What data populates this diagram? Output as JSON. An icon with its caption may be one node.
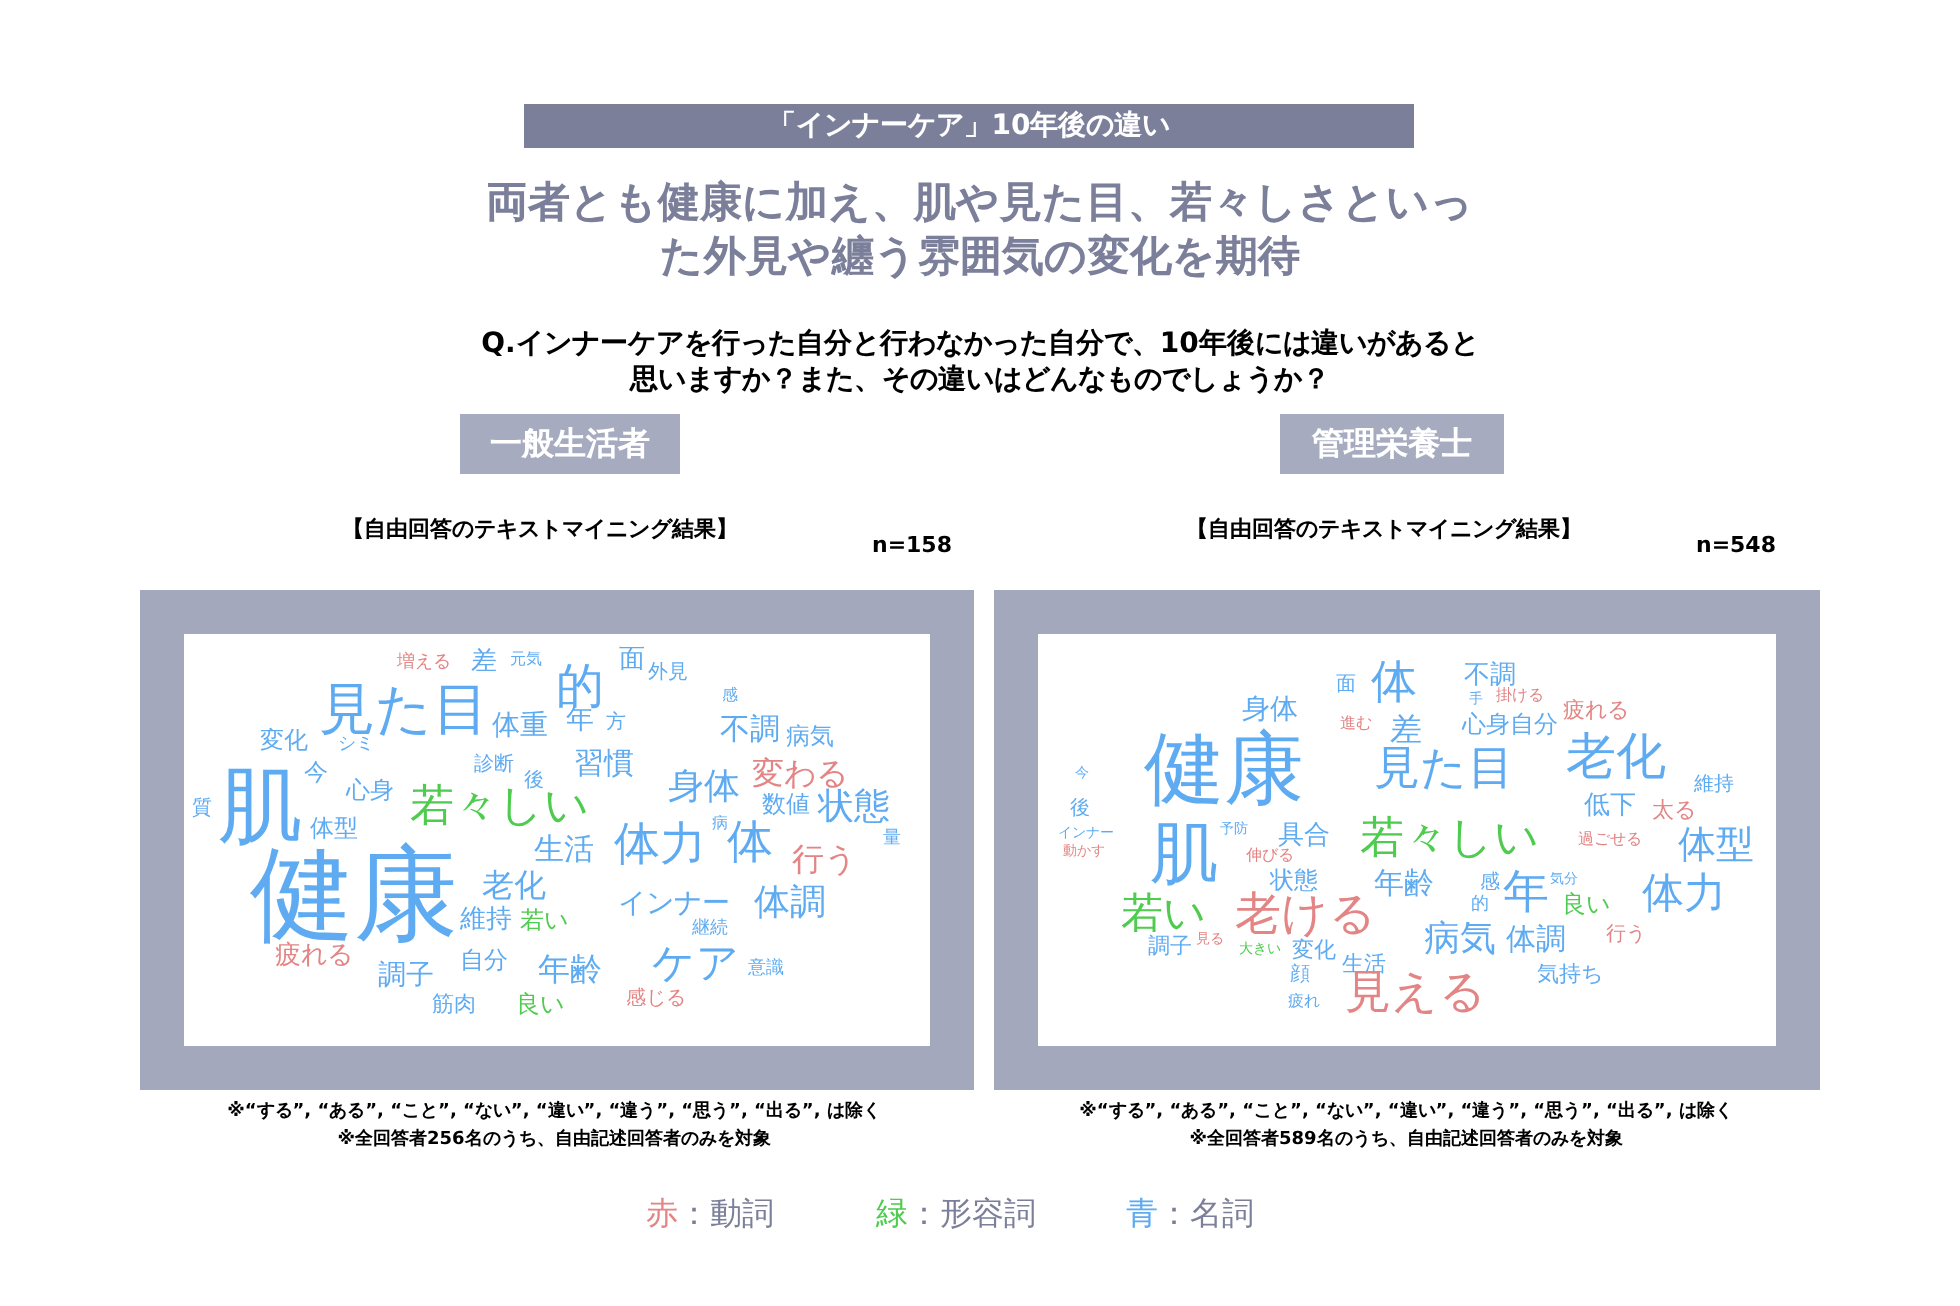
{
  "diagram": {
    "nodes": [
      {
        "text": [
          "「インナーケア」10年後の違い"
        ]
      },
      {
        "text": [
          "一般生活者"
        ]
      },
      {
        "text": [
          "管理栄養士"
        ]
      },
      {
        "text": [
          "増える",
          "差",
          "元気",
          "的",
          "面",
          "外見",
          "見た目",
          "感",
          "体重",
          "年",
          "方",
          "不調",
          "病気",
          "変化",
          "シミ",
          "今",
          "習慣",
          "診断",
          "後",
          "変わる",
          "心身",
          "身体",
          "肌",
          "若々しい",
          "数値",
          "状態",
          "質",
          "体型",
          "病",
          "体力",
          "体",
          "量",
          "生活",
          "行う",
          "健康",
          "老化",
          "体調",
          "インナー",
          "維持",
          "若い",
          "継続",
          "疲れる",
          "自分",
          "年齢",
          "ケア",
          "意識",
          "調子",
          "筋肉",
          "良い",
          "感じる"
        ]
      },
      {
        "text": [
          "体",
          "面",
          "不調",
          "手",
          "掛ける",
          "疲れる",
          "身体",
          "進む",
          "差",
          "心身",
          "自分",
          "老化",
          "健康",
          "見た目",
          "今",
          "維持",
          "後",
          "低下",
          "太る",
          "インナー",
          "予防",
          "具合",
          "若々しい",
          "過ごせる",
          "体型",
          "動かす",
          "肌",
          "伸びる",
          "状態",
          "年齢",
          "感",
          "年",
          "気分",
          "体力",
          "的",
          "良い",
          "若い",
          "老ける",
          "病気",
          "体調",
          "行う",
          "調子",
          "見る",
          "大きい",
          "変化",
          "生活",
          "気持ち",
          "顔",
          "見える",
          "疲れ"
        ]
      }
    ],
    "labels": [
      "両者とも健康に加え、肌や見た目、若々しさといった外見や纏う雰囲気の変化を期待",
      "Q.インナーケアを行った自分と行わなかった自分で、10年後には違いがあると思いますか？また、その違いはどんなものでしょうか？",
      "【自由回答のテキストマイニング結果】",
      "【自由回答のテキストマイニング結果】",
      "n=158",
      "n=548",
      "※“する”, “ある”, “こと”, “ない”, “違い”, “違う”, “思う”, “出る”, は除く",
      "※全回答者256名のうち、自由記述回答者のみを対象",
      "※“する”, “ある”, “こと”, “ない”, “違い”, “違う”, “思う”, “出る”, は除く",
      "※全回答者589名のうち、自由記述回答者のみを対象"
    ],
    "legend": [
      {
        "text": "赤：動詞",
        "color": "#e38585"
      },
      {
        "text": "緑：形容詞",
        "color": "#4fcb4f"
      },
      {
        "text": "青：名詞",
        "color": "#5fabf2"
      }
    ]
  }
}
